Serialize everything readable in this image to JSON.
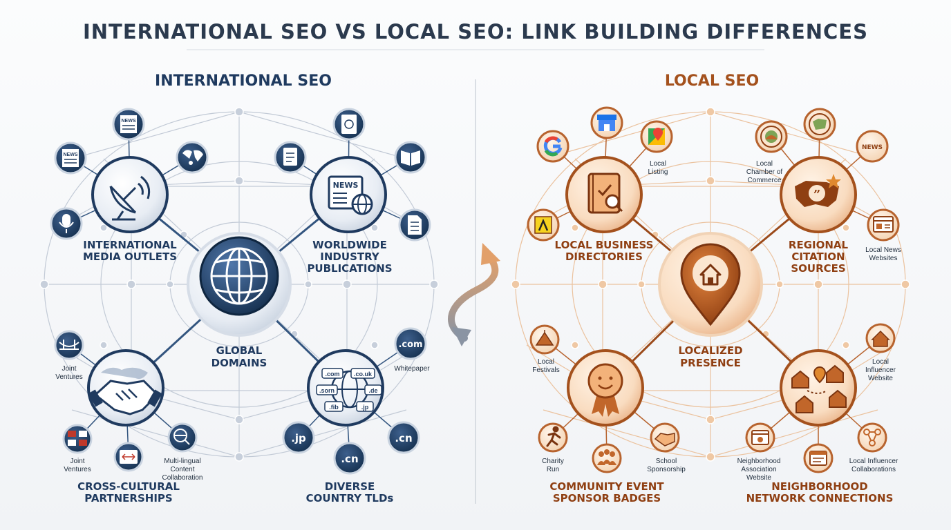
{
  "title": "INTERNATIONAL SEO VS LOCAL SEO: LINK BUILDING DIFFERENCES",
  "colors": {
    "intl_primary": "#1f3a5f",
    "intl_line": "#b9c2cf",
    "local_primary": "#a4511d",
    "local_line": "#e6b98f",
    "title_text": "#2b3a4e"
  },
  "international": {
    "heading": "INTERNATIONAL SEO",
    "center": {
      "label": [
        "GLOBAL",
        "DOMAINS"
      ],
      "icon": "globe-icon"
    },
    "hubs": [
      {
        "label": [
          "INTERNATIONAL",
          "MEDIA OUTLETS"
        ],
        "icon": "satellite-dish-icon"
      },
      {
        "label": [
          "WORLDWIDE",
          "INDUSTRY",
          "PUBLICATIONS"
        ],
        "icon": "newspaper-globe-icon",
        "badge": "NEWS"
      },
      {
        "label": [
          "CROSS-CULTURAL",
          "PARTNERSHIPS"
        ],
        "icon": "handshake-icon"
      },
      {
        "label": [
          "DIVERSE",
          "COUNTRY TLDs"
        ],
        "icon": "tld-globe-icon",
        "tlds": [
          ".com",
          ".co.uk",
          ".sorn",
          ".de",
          ".fib",
          ".jp"
        ]
      }
    ],
    "satellites": [
      {
        "icon": "newspaper-icon",
        "badge": "NEWS"
      },
      {
        "icon": "newspaper-icon",
        "badge": "NEWS"
      },
      {
        "icon": "world-map-icon"
      },
      {
        "icon": "microphone-icon"
      },
      {
        "icon": "passport-icon"
      },
      {
        "icon": "certificate-icon"
      },
      {
        "icon": "open-book-icon"
      },
      {
        "icon": "document-icon"
      },
      {
        "icon": "bridge-icon",
        "label": [
          "Joint",
          "Ventures"
        ]
      },
      {
        "icon": "flags-icon",
        "label": [
          "Joint",
          "Ventures"
        ]
      },
      {
        "icon": "arrows-icon"
      },
      {
        "icon": "globe-search-icon",
        "label": [
          "Multi-lingual",
          "Content",
          "Collaboration"
        ]
      },
      {
        "icon": "tld-badge",
        "text": ".com",
        "label": [
          "Whitepaper"
        ]
      },
      {
        "icon": "tld-badge",
        "text": ".jp"
      },
      {
        "icon": "tld-badge",
        "text": ".cn"
      },
      {
        "icon": "tld-badge",
        "text": ".cn"
      }
    ]
  },
  "local": {
    "heading": "LOCAL SEO",
    "center": {
      "label": [
        "LOCALIZED",
        "PRESENCE"
      ],
      "icon": "home-pin-icon"
    },
    "hubs": [
      {
        "label": [
          "LOCAL BUSINESS",
          "DIRECTORIES"
        ],
        "icon": "directory-book-icon"
      },
      {
        "label": [
          "REGIONAL",
          "CITATION",
          "SOURCES"
        ],
        "icon": "us-map-quote-icon"
      },
      {
        "label": [
          "COMMUNITY EVENT",
          "SPONSOR BADGES"
        ],
        "icon": "smiley-badge-icon"
      },
      {
        "label": [
          "NEIGHBORHOOD",
          "NETWORK CONNECTIONS"
        ],
        "icon": "neighborhood-map-icon"
      }
    ],
    "satellites": [
      {
        "icon": "google-icon"
      },
      {
        "icon": "store-icon"
      },
      {
        "icon": "maps-pin-icon",
        "label": [
          "Local",
          "Listing"
        ]
      },
      {
        "icon": "yellow-pages-icon"
      },
      {
        "icon": "chamber-seal-icon",
        "label": [
          "Local",
          "Chamber of",
          "Commerce"
        ]
      },
      {
        "icon": "state-map-seal-icon"
      },
      {
        "icon": "news-badge-icon",
        "text": "NEWS"
      },
      {
        "icon": "browser-news-icon",
        "label": [
          "Local News",
          "Websites"
        ]
      },
      {
        "icon": "festival-icon",
        "label": [
          "Local",
          "Festivals"
        ]
      },
      {
        "icon": "runner-icon",
        "label": [
          "Charity",
          "Run"
        ]
      },
      {
        "icon": "people-icon"
      },
      {
        "icon": "handshake-icon",
        "label": [
          "School",
          "Sponsorship"
        ]
      },
      {
        "icon": "house-icon",
        "label": [
          "Local",
          "Influencer",
          "Website"
        ]
      },
      {
        "icon": "browser-icon",
        "label": [
          "Neighborhood",
          "Association",
          "Website"
        ]
      },
      {
        "icon": "calendar-icon"
      },
      {
        "icon": "people-network-icon",
        "label": [
          "Local Influencer",
          "Collaborations"
        ]
      }
    ]
  }
}
